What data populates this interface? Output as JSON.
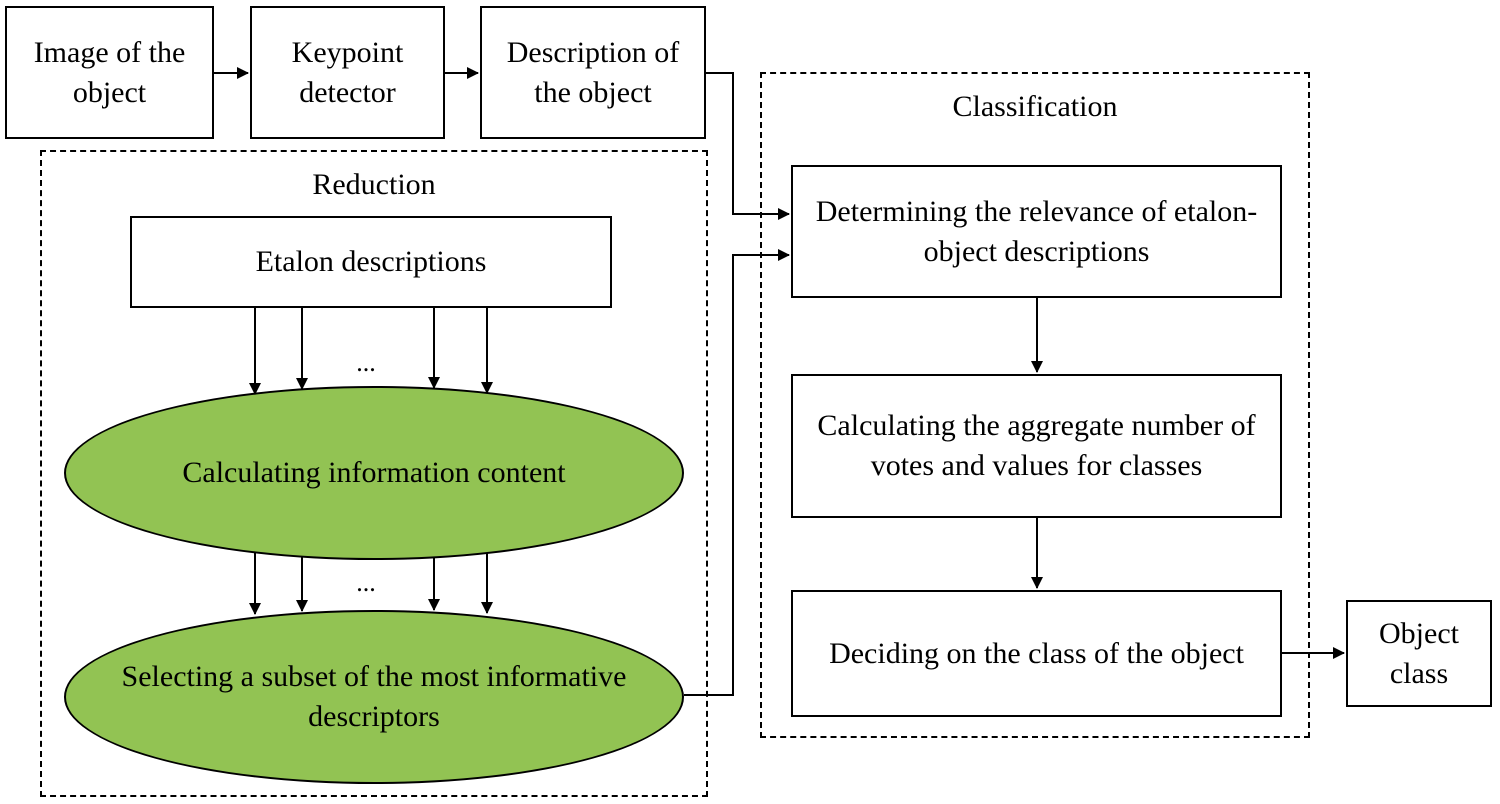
{
  "colors": {
    "ellipse_fill": "#92c353",
    "line": "#000000",
    "background": "#ffffff"
  },
  "nodes": {
    "image": "Image of the object",
    "keypoint": "Keypoint detector",
    "description": "Description of the object",
    "etalon": "Etalon descriptions",
    "info_content": "Calculating information content",
    "selecting": "Selecting a subset of the most informative descriptors",
    "relevance": "Determining the relevance of etalon-object descriptions",
    "aggregate": "Calculating the aggregate number of votes and values for classes",
    "deciding": "Deciding on the class of the object",
    "object_class": "Object class"
  },
  "groups": {
    "reduction": "Reduction",
    "classification": "Classification"
  },
  "ellipsis": "..."
}
